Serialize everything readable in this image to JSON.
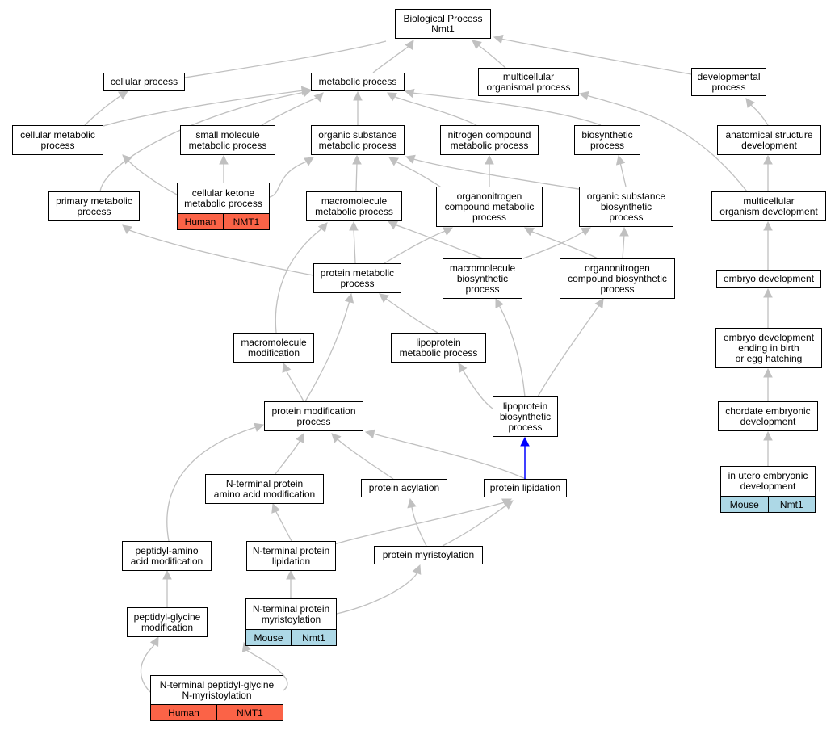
{
  "colors": {
    "edge": "#c0c0c0",
    "highlight_edge": "#0000ff",
    "human_tag": "#fb6347",
    "mouse_tag": "#add8e6"
  },
  "nodes": {
    "root": {
      "label": "Biological Process\nNmt1"
    },
    "cellular_process": {
      "label": "cellular process"
    },
    "metabolic_process": {
      "label": "metabolic process"
    },
    "multicellular_organismal_process": {
      "label": "multicellular\norganismal process"
    },
    "developmental_process": {
      "label": "developmental\nprocess"
    },
    "cellular_metabolic_process": {
      "label": "cellular metabolic\nprocess"
    },
    "small_molecule_metabolic_process": {
      "label": "small molecule\nmetabolic process"
    },
    "organic_substance_metabolic_process": {
      "label": "organic substance\nmetabolic process"
    },
    "nitrogen_compound_metabolic_process": {
      "label": "nitrogen compound\nmetabolic process"
    },
    "biosynthetic_process": {
      "label": "biosynthetic\nprocess"
    },
    "anatomical_structure_development": {
      "label": "anatomical structure\ndevelopment"
    },
    "primary_metabolic_process": {
      "label": "primary metabolic\nprocess"
    },
    "cellular_ketone_metabolic_process": {
      "label": "cellular ketone\nmetabolic process",
      "tags": [
        "Human",
        "NMT1"
      ],
      "tag_color": "human"
    },
    "macromolecule_metabolic_process": {
      "label": "macromolecule\nmetabolic process"
    },
    "organonitrogen_compound_metabolic_process": {
      "label": "organonitrogen\ncompound metabolic\nprocess"
    },
    "organic_substance_biosynthetic_process": {
      "label": "organic substance\nbiosynthetic\nprocess"
    },
    "multicellular_organism_development": {
      "label": "multicellular\norganism development"
    },
    "protein_metabolic_process": {
      "label": "protein metabolic\nprocess"
    },
    "macromolecule_biosynthetic_process": {
      "label": "macromolecule\nbiosynthetic\nprocess"
    },
    "organonitrogen_compound_biosynthetic_process": {
      "label": "organonitrogen\ncompound biosynthetic\nprocess"
    },
    "embryo_development": {
      "label": "embryo development"
    },
    "macromolecule_modification": {
      "label": "macromolecule\nmodification"
    },
    "lipoprotein_metabolic_process": {
      "label": "lipoprotein\nmetabolic process"
    },
    "embryo_development_ending": {
      "label": "embryo development\nending in birth\nor egg hatching"
    },
    "protein_modification_process": {
      "label": "protein modification\nprocess"
    },
    "lipoprotein_biosynthetic_process": {
      "label": "lipoprotein\nbiosynthetic\nprocess"
    },
    "chordate_embryonic_development": {
      "label": "chordate embryonic\ndevelopment"
    },
    "n_terminal_protein_amino_acid_modification": {
      "label": "N-terminal protein\namino acid modification"
    },
    "protein_acylation": {
      "label": "protein acylation"
    },
    "protein_lipidation": {
      "label": "protein lipidation"
    },
    "in_utero_embryonic_development": {
      "label": "in utero embryonic\ndevelopment",
      "tags": [
        "Mouse",
        "Nmt1"
      ],
      "tag_color": "mouse"
    },
    "peptidyl_amino_acid_modification": {
      "label": "peptidyl-amino\nacid modification"
    },
    "n_terminal_protein_lipidation": {
      "label": "N-terminal protein\nlipidation"
    },
    "protein_myristoylation": {
      "label": "protein myristoylation"
    },
    "peptidyl_glycine_modification": {
      "label": "peptidyl-glycine\nmodification"
    },
    "n_terminal_protein_myristoylation": {
      "label": "N-terminal protein\nmyristoylation",
      "tags": [
        "Mouse",
        "Nmt1"
      ],
      "tag_color": "mouse"
    },
    "n_terminal_peptidyl_glycine_n_myristoylation": {
      "label": "N-terminal peptidyl-glycine\nN-myristoylation",
      "tags": [
        "Human",
        "NMT1"
      ],
      "tag_color": "human"
    }
  }
}
